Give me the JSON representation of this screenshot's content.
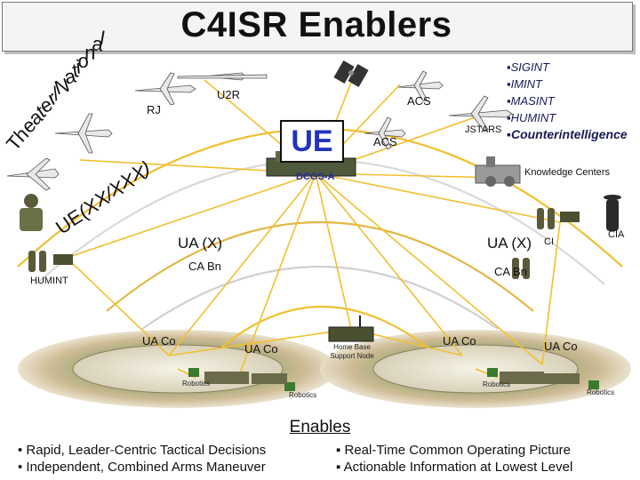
{
  "title": "C4ISR Enablers",
  "arc_text": {
    "theater_national": "Theater/National",
    "ue_xxx": "UE (XX/XXX)"
  },
  "platforms": {
    "rj": "RJ",
    "u2r": "U2R",
    "acs_top": "ACS",
    "acs_mid": "ACS",
    "jstars": "JSTARS"
  },
  "ue_label": "UE",
  "intelligence": [
    "▪SIGINT",
    "▪IMINT",
    "▪MASINT",
    "▪HUMINT",
    "▪Counterintelligence"
  ],
  "dcgs": "DCGS-A",
  "knowledge_centers": "Knowledge Centers",
  "ua_left": "UA (X)",
  "ua_right": "UA (X)",
  "ci": "CI",
  "cia": "CIA",
  "ca_bn_left": "CA Bn",
  "ca_bn_right": "CA Bn",
  "humint": "HUMINT",
  "ua_co": [
    "UA Co",
    "UA Co",
    "UA Co",
    "UA Co"
  ],
  "home_base": "Home Base Support Node",
  "robotics": [
    "Robotics",
    "Robotics",
    "Robotics",
    "Robotics"
  ],
  "enables": "Enables",
  "bullets_left": [
    "•  Rapid, Leader-Centric Tactical Decisions",
    "•  Independent, Combined Arms Maneuver"
  ],
  "bullets_right": [
    "▪ Real-Time Common Operating Picture",
    "▪ Actionable Information at Lowest Level"
  ]
}
